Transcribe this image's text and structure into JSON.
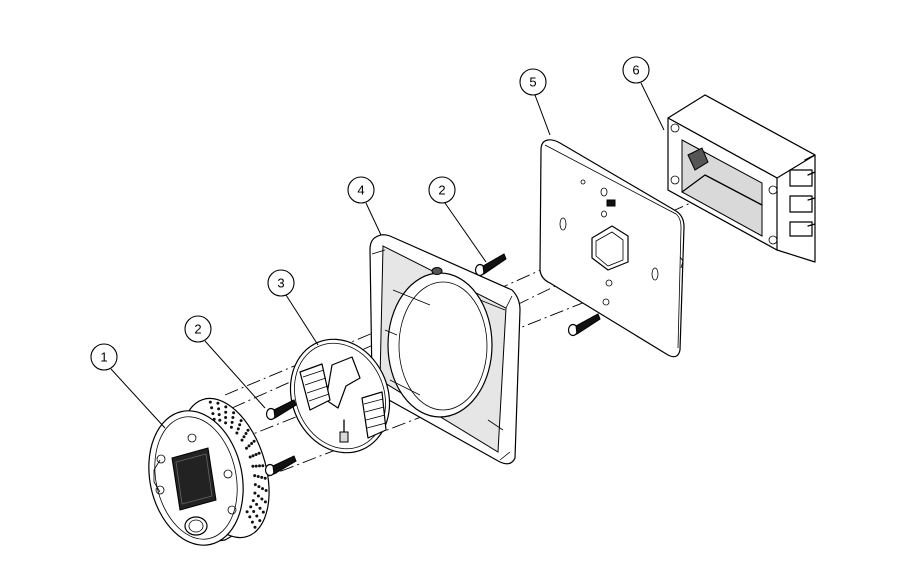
{
  "balloons": [
    {
      "id": "thermostat",
      "label": "1"
    },
    {
      "id": "screw-left",
      "label": "2"
    },
    {
      "id": "screw-top",
      "label": "2"
    },
    {
      "id": "backplate",
      "label": "3"
    },
    {
      "id": "trim-frame",
      "label": "4"
    },
    {
      "id": "wall-plate",
      "label": "5"
    },
    {
      "id": "electrical-box",
      "label": "6"
    }
  ]
}
